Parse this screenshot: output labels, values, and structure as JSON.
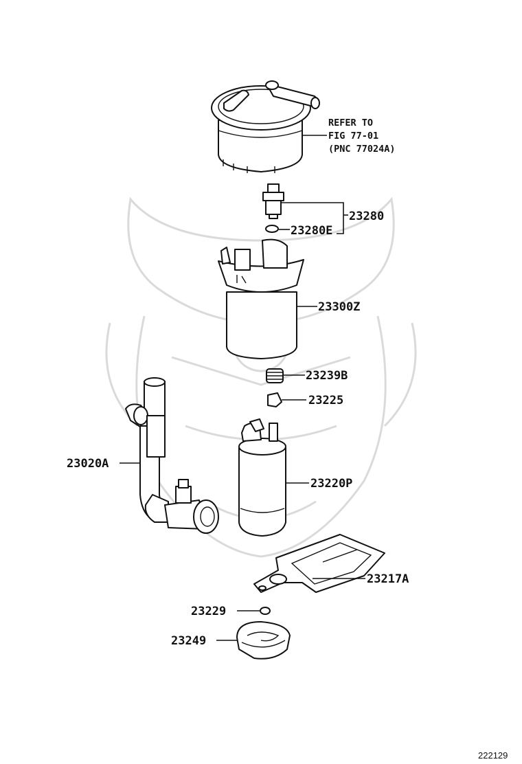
{
  "diagram": {
    "refer_note": [
      "REFER TO",
      "FIG 77-01",
      "(PNC 77024A)"
    ],
    "labels": {
      "p23280": "23280",
      "p23280e": "23280E",
      "p23300z": "23300Z",
      "p23239b": "23239B",
      "p23225": "23225",
      "p23020a": "23020A",
      "p23220p": "23220P",
      "p23217a": "23217A",
      "p23229": "23229",
      "p23249": "23249"
    },
    "figure_number": "222129"
  }
}
